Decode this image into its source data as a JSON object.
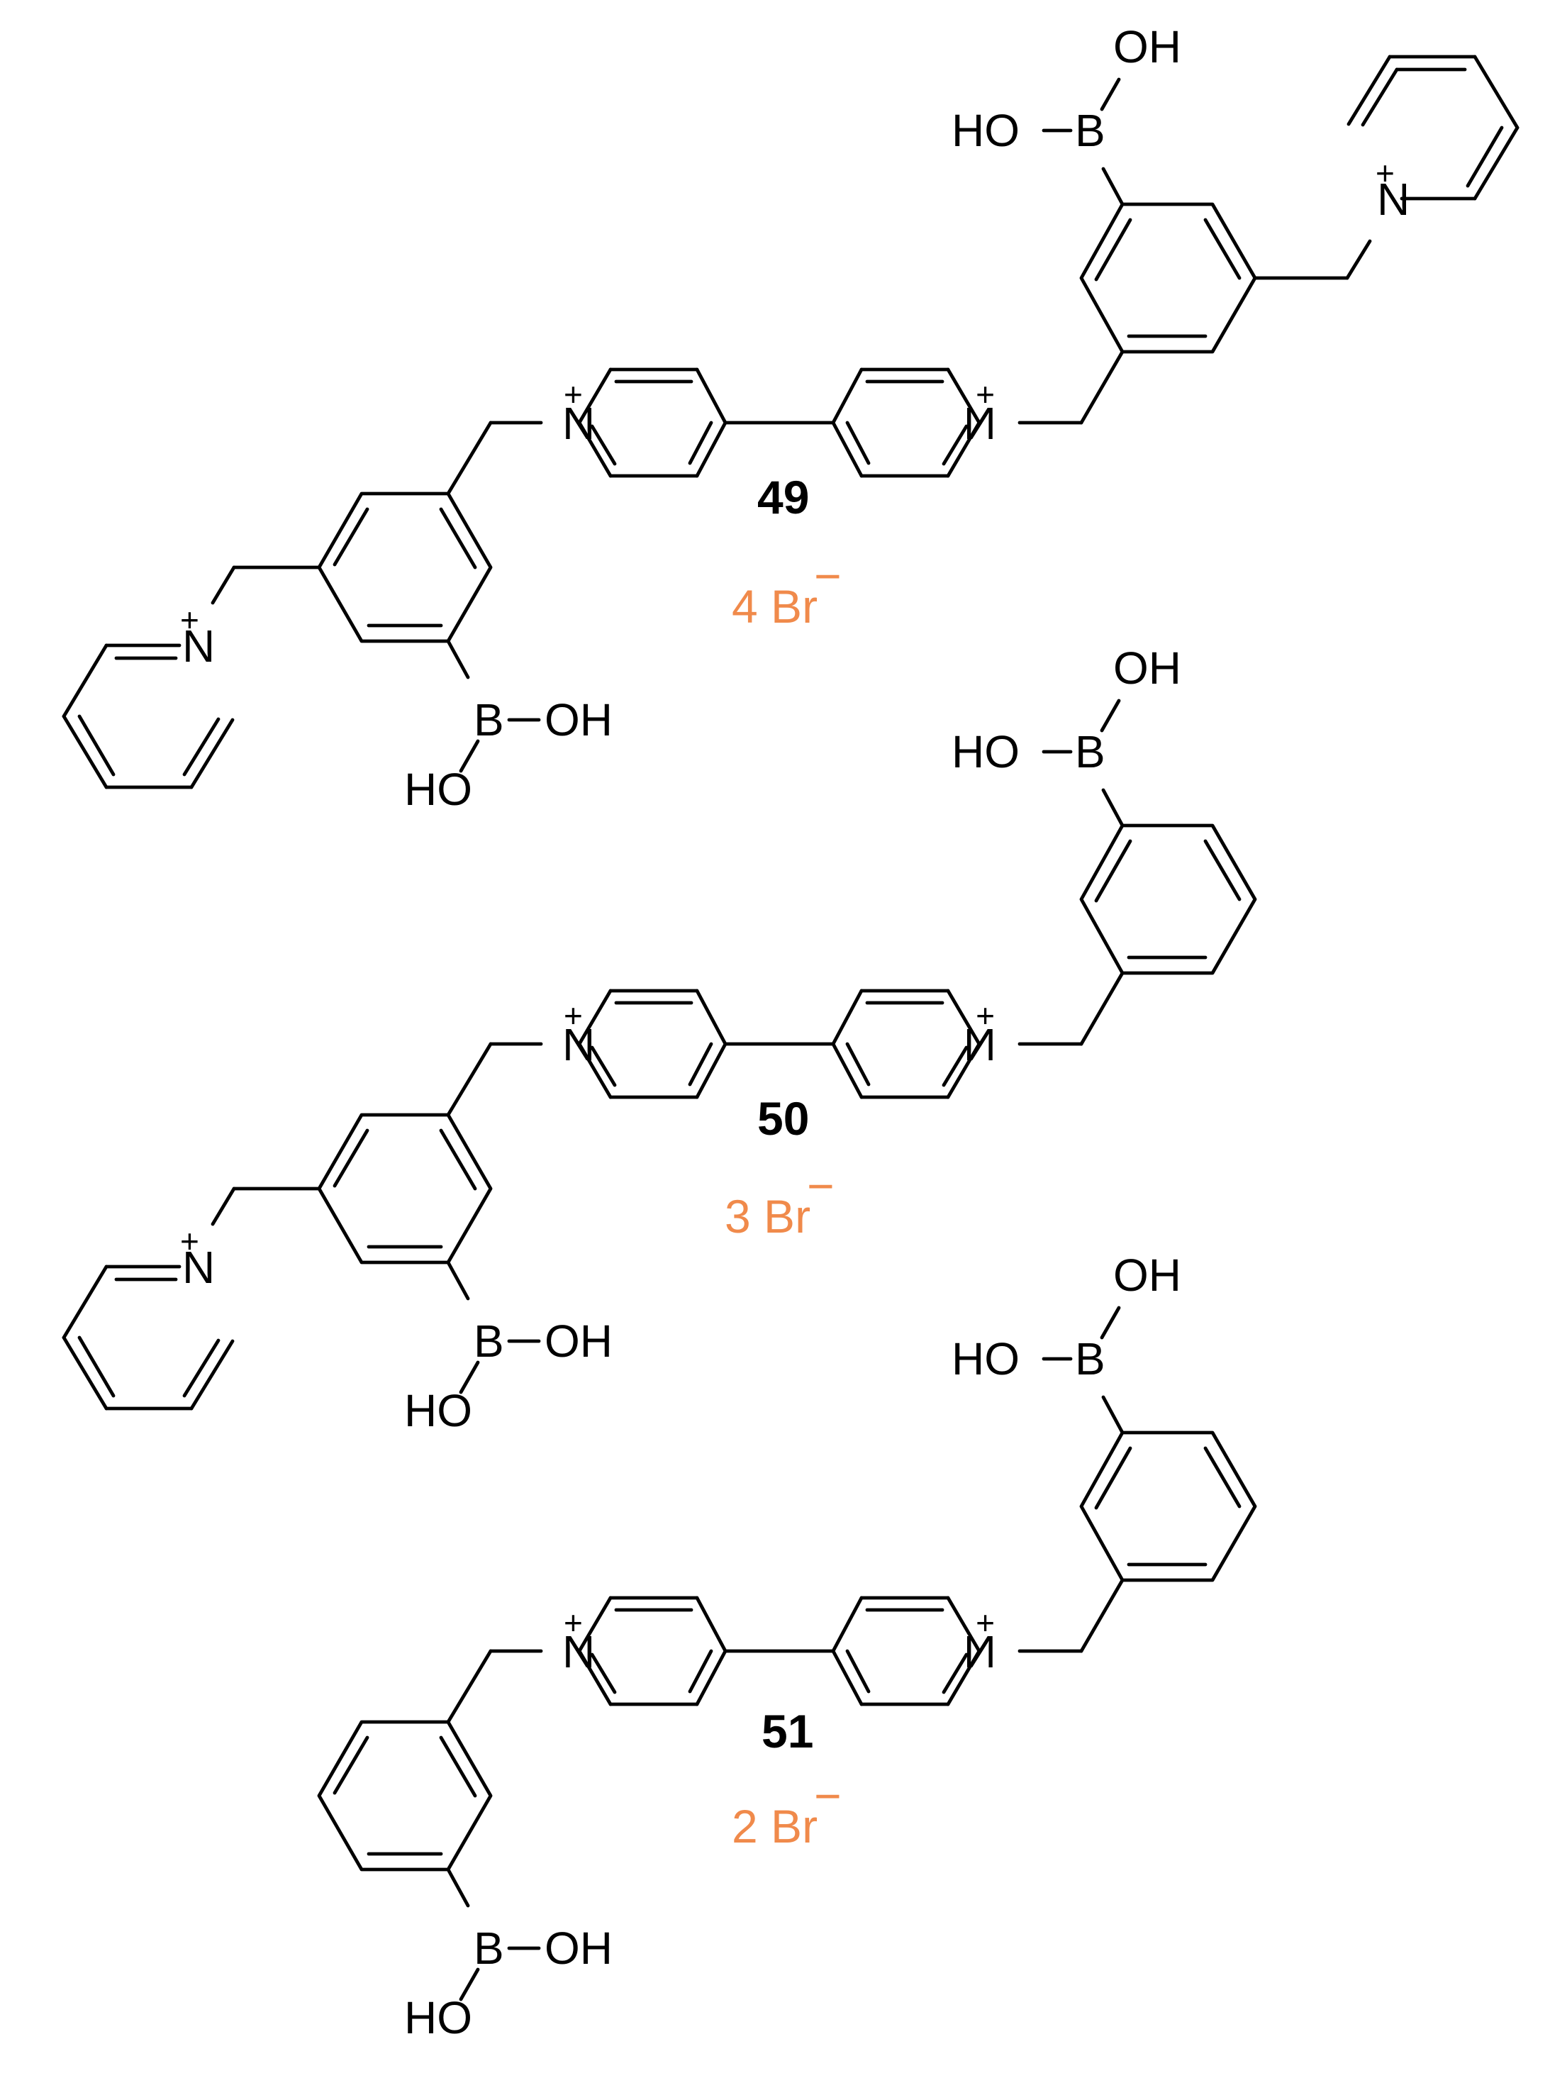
{
  "atoms": {
    "boron": "B",
    "hydroxyl_right": "OH",
    "hydroxyl_left": "HO",
    "nitrogen": "N",
    "positive_charge": "+"
  },
  "compounds": [
    {
      "id": "49",
      "counterion": "4 Br",
      "counterion_charge": "−"
    },
    {
      "id": "50",
      "counterion": "3 Br",
      "counterion_charge": "−"
    },
    {
      "id": "51",
      "counterion": "2 Br",
      "counterion_charge": "−"
    }
  ],
  "colors": {
    "bonds": "#000000",
    "counterion": "#f08a4b"
  }
}
